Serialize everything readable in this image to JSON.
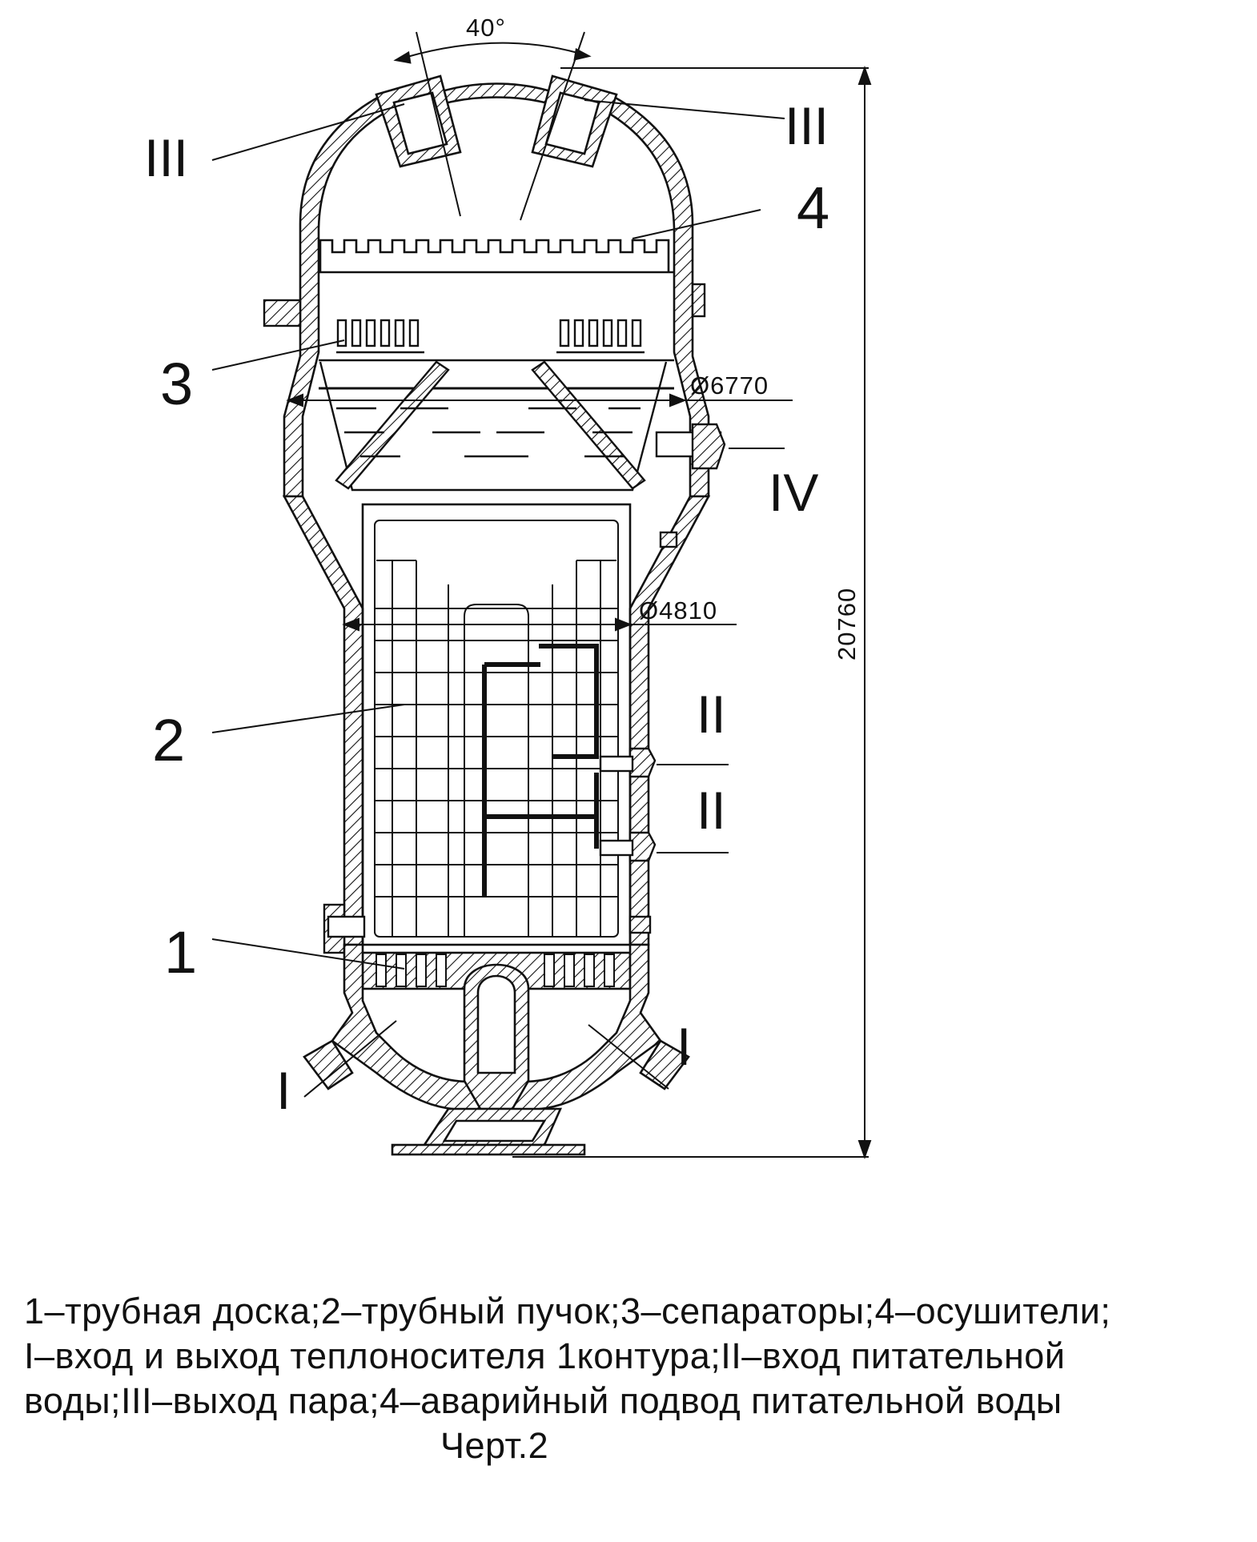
{
  "labels": {
    "angle": "40°",
    "dia_top": "Ø6770",
    "dia_bottom": "Ø4810",
    "height": "20760",
    "n1": "1",
    "n2": "2",
    "n3": "3",
    "n4": "4",
    "r1_left": "I",
    "r1_right": "I",
    "r2_upper": "II",
    "r2_lower": "II",
    "r3_left": "III",
    "r3_right": "III",
    "r4": "IV"
  },
  "legend": {
    "line1": "1–трубная доска;2–трубный пучок;3–сепараторы;4–осушители;",
    "line2": "I–вход и выход теплоносителя 1контура;II–вход питательной",
    "line3": "воды;III–выход пара;4–аварийный подвод питательной воды",
    "caption": "Черт.2"
  }
}
